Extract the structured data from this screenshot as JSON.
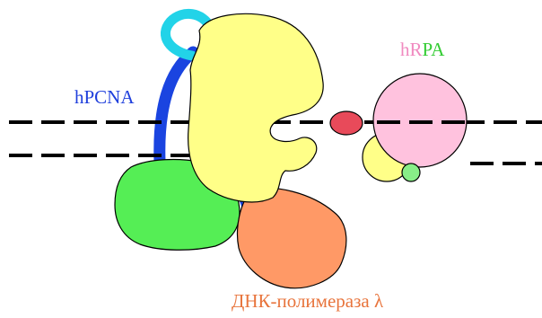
{
  "labels": {
    "pcna": "hPCNA",
    "rpa_h": "h",
    "rpa_r": "R",
    "rpa_pa": "PA",
    "polymerase": "ДНК-полимераза λ"
  },
  "colors": {
    "pcna_label": "#1f3fdc",
    "pcna_ring": "#1a44e0",
    "pcna_loop": "#22d3e8",
    "rpa_h": "#f08ac0",
    "rpa_r": "#f08ac0",
    "rpa_pa": "#33cc33",
    "polymerase_label": "#e8743c",
    "yellow_domain": "#ffff88",
    "green_domain": "#55ee55",
    "orange_domain": "#ff9966",
    "pink_sphere": "#ffc2de",
    "red_blob": "#e84a5a",
    "small_green": "#88ee88"
  }
}
